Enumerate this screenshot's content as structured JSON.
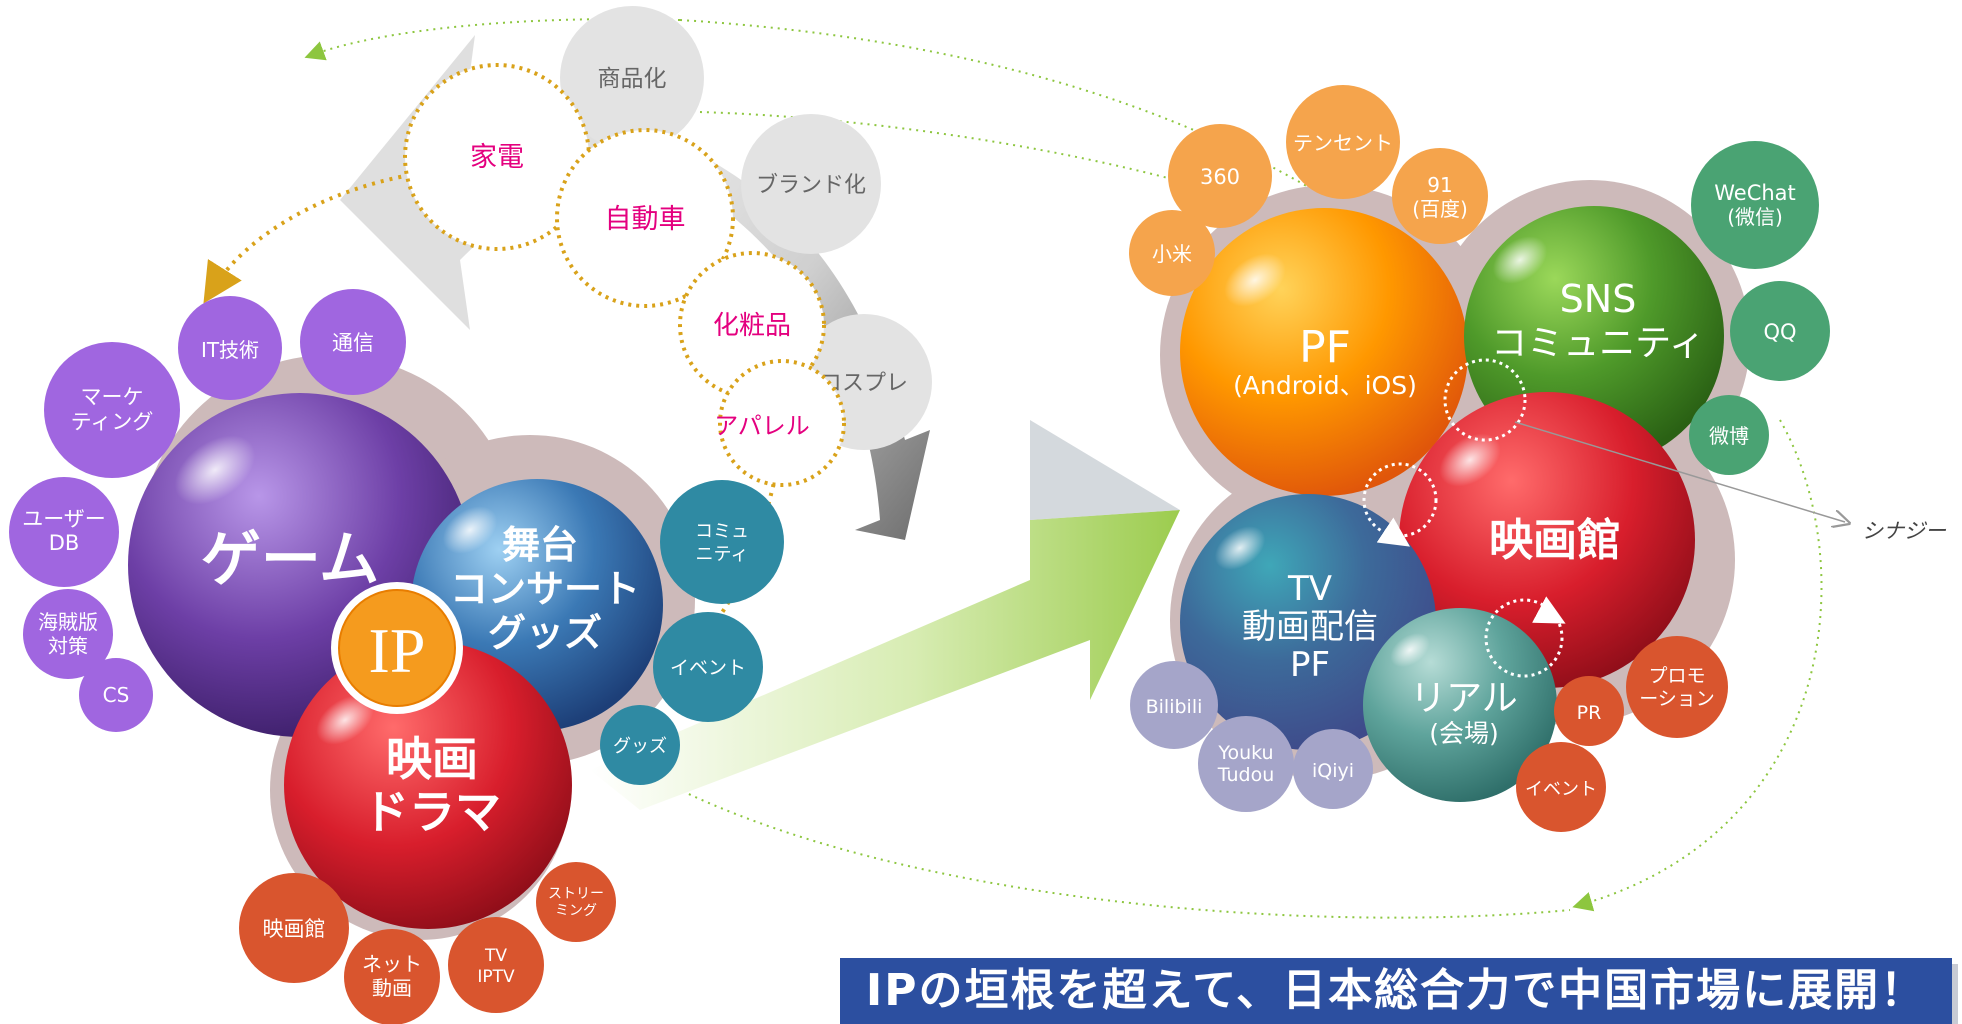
{
  "merch": {
    "grey": [
      "商品化",
      "ブランド化",
      "コスプレ"
    ],
    "pink": [
      "家電",
      "自動車",
      "化粧品",
      "アパレル"
    ]
  },
  "left": {
    "game": "ゲーム",
    "stage": [
      "舞台",
      "コンサート",
      "グッズ"
    ],
    "ip": "IP",
    "film": [
      "映画",
      "ドラマ"
    ],
    "purple": {
      "it": "IT技術",
      "telecom": "通信",
      "marketing": [
        "マーケ",
        "ティング"
      ],
      "userdb": [
        "ユーザー",
        "DB"
      ],
      "piracy": [
        "海賊版",
        "対策"
      ],
      "cs": "CS"
    },
    "teal": {
      "community": [
        "コミュ",
        "ニティ"
      ],
      "event": "イベント",
      "goods": "グッズ"
    },
    "red": {
      "cinema": "映画館",
      "net": [
        "ネット",
        "動画"
      ],
      "tv": [
        "TV",
        "IPTV"
      ],
      "streaming": [
        "ストリー",
        "ミング"
      ]
    }
  },
  "right": {
    "pf": [
      "PF",
      "(Android、iOS)"
    ],
    "sns": [
      "SNS",
      "コミュニティ"
    ],
    "tvpf": [
      "TV",
      "動画配信",
      "PF"
    ],
    "cinema": "映画館",
    "real": [
      "リアル",
      "(会場)"
    ],
    "orange": {
      "n360": "360",
      "tencent": "テンセント",
      "baidu": [
        "91",
        "(百度)"
      ],
      "xiaomi": "小米"
    },
    "green": {
      "wechat": [
        "WeChat",
        "(微信)"
      ],
      "qq": "QQ",
      "weibo": "微博"
    },
    "lavender": {
      "bilibili": "Bilibili",
      "youku": [
        "Youku",
        "Tudou"
      ],
      "iqiyi": "iQiyi"
    },
    "red": {
      "promotion": [
        "プロモ",
        "ーション"
      ],
      "pr": "PR",
      "event": "イベント"
    }
  },
  "synergy": "シナジー",
  "banner": "IPの垣根を超えて、日本総合力で中国市場に展開！",
  "colors": {
    "purple": "#a066e0",
    "teal": "#2f8aa3",
    "redSmall": "#d9552e",
    "orangeSmall": "#f5a44c",
    "greenSmall": "#4aa373",
    "lavender": "#a5a5c9",
    "pink": "#e4007f",
    "banner": "#2c4fa0"
  }
}
